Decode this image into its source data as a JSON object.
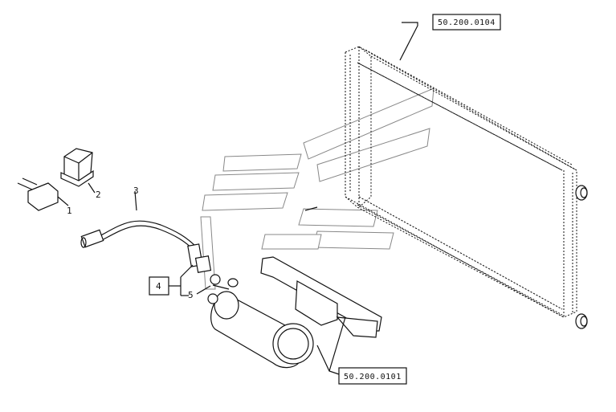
{
  "callouts": {
    "part_1": "1",
    "part_2": "2",
    "part_3": "3",
    "part_4": "4",
    "part_5": "5"
  },
  "references": {
    "radiator_ref": "50.200.0104",
    "receiver_ref": "50.200.0101"
  }
}
